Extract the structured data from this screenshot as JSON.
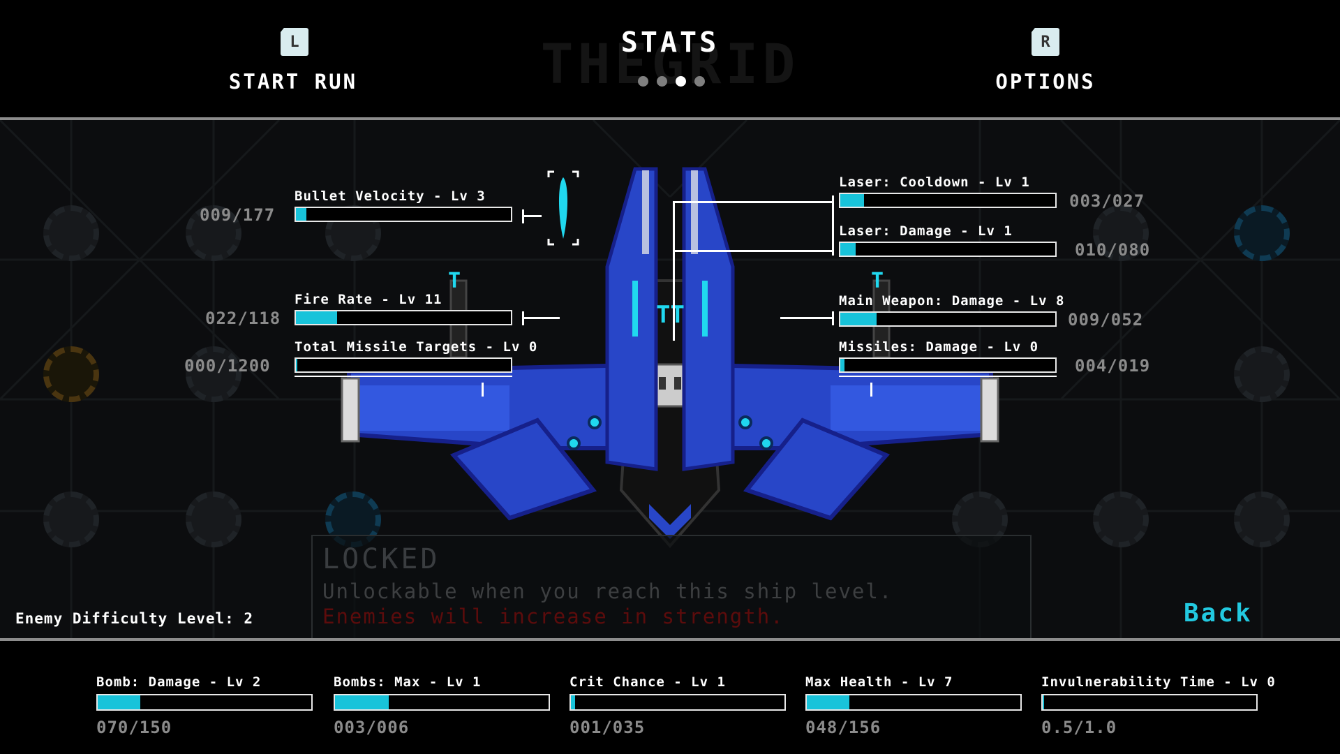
{
  "header": {
    "start_run": {
      "key": "L",
      "label": "START RUN"
    },
    "title": "STATS",
    "options": {
      "key": "R",
      "label": "OPTIONS"
    },
    "page_dots": {
      "count": 4,
      "active_index": 2
    }
  },
  "left_stats": [
    {
      "label": "Bullet Velocity - Lv 3",
      "value": "009/177",
      "progress": 0.05
    },
    {
      "label": "Fire Rate - Lv 11",
      "value": "022/118",
      "progress": 0.19
    },
    {
      "label": "Total Missile Targets - Lv 0",
      "value": "000/1200",
      "progress": 0.0
    }
  ],
  "right_stats": [
    {
      "label": "Laser: Cooldown - Lv 1",
      "value": "003/027",
      "progress": 0.11
    },
    {
      "label": "Laser: Damage - Lv 1",
      "value": "010/080",
      "progress": 0.07
    },
    {
      "label": "Main Weapon: Damage - Lv 8",
      "value": "009/052",
      "progress": 0.17
    },
    {
      "label": "Missiles: Damage - Lv 0",
      "value": "004/019",
      "progress": 0.01
    }
  ],
  "locked_panel": {
    "title": "LOCKED",
    "description": "Unlockable when you reach this ship level.",
    "warning": "Enemies will increase in strength."
  },
  "difficulty": "Enemy Difficulty Level: 2",
  "back_label": "Back",
  "bottom_stats": [
    {
      "label": "Bomb: Damage - Lv 2",
      "value": "070/150",
      "progress": 0.2
    },
    {
      "label": "Bombs: Max - Lv 1",
      "value": "003/006",
      "progress": 0.25
    },
    {
      "label": "Crit Chance - Lv 1",
      "value": "001/035",
      "progress": 0.02
    },
    {
      "label": "Max Health - Lv 7",
      "value": "048/156",
      "progress": 0.2
    },
    {
      "label": "Invulnerability Time - Lv 0",
      "value": "0.5/1.0",
      "progress": 0.0
    }
  ],
  "colors": {
    "accent": "#18c3da",
    "ship_blue": "#2846c8",
    "warning_red": "#5c0c0c"
  }
}
